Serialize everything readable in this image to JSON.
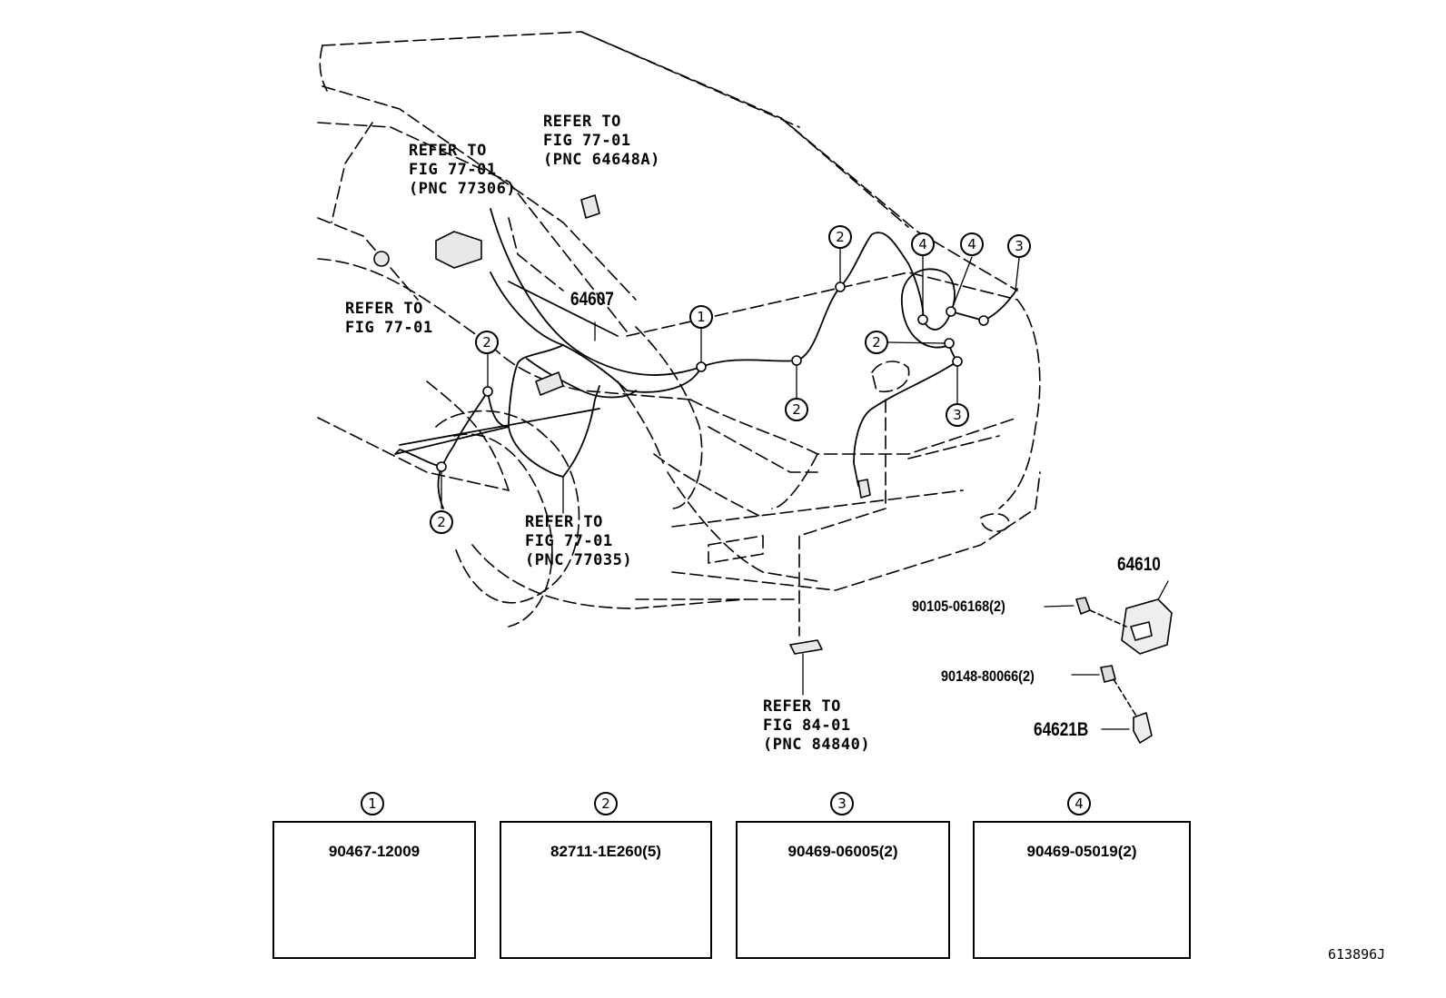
{
  "diagram_id": "613896J",
  "main_part": "64607",
  "refer_notes": [
    {
      "id": "pnc-64648a",
      "line1": "REFER TO",
      "line2": "FIG 77-01",
      "line3": "(PNC 64648A)"
    },
    {
      "id": "pnc-77306",
      "line1": "REFER TO",
      "line2": "FIG 77-01",
      "line3": "(PNC 77306)"
    },
    {
      "id": "fig-77-01",
      "line1": "REFER TO",
      "line2": "FIG 77-01"
    },
    {
      "id": "pnc-77035",
      "line1": "REFER TO",
      "line2": "FIG 77-01",
      "line3": "(PNC 77035)"
    },
    {
      "id": "pnc-84840",
      "line1": "REFER TO",
      "line2": "FIG 84-01",
      "line3": "(PNC 84840)"
    }
  ],
  "side_parts": [
    {
      "id": "64610",
      "label": "64610"
    },
    {
      "id": "90105",
      "label": "90105-06168(2)"
    },
    {
      "id": "90148",
      "label": "90148-80066(2)"
    },
    {
      "id": "64621B",
      "label": "64621B"
    }
  ],
  "callouts": [
    "1",
    "2",
    "3",
    "4"
  ],
  "clip_boxes": [
    {
      "num": "1",
      "part": "90467-12009"
    },
    {
      "num": "2",
      "part": "82711-1E260(5)"
    },
    {
      "num": "3",
      "part": "90469-06005(2)"
    },
    {
      "num": "4",
      "part": "90469-05019(2)"
    }
  ]
}
